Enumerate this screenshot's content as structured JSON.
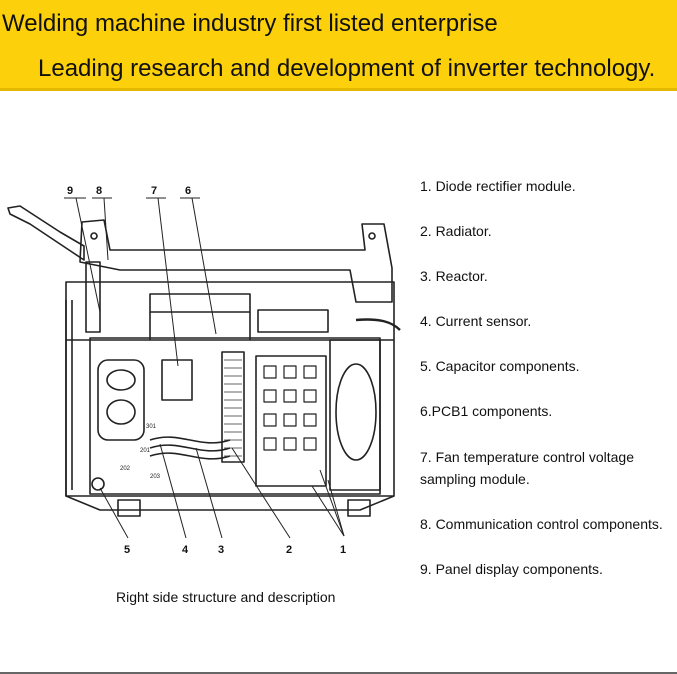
{
  "banner": {
    "line1": "Welding machine industry first listed enterprise",
    "line2": "Leading research and development of inverter technology.",
    "background_color": "#fcd00a"
  },
  "diagram": {
    "callouts": [
      "9",
      "8",
      "7",
      "6",
      "5",
      "4",
      "3",
      "2",
      "1"
    ],
    "small_labels": [
      "301",
      "201",
      "202",
      "203"
    ]
  },
  "legend": {
    "items": [
      "1. Diode rectifier module.",
      "2. Radiator.",
      "3. Reactor.",
      "4. Current sensor.",
      "5. Capacitor components.",
      "6.PCB1 components.",
      "7. Fan temperature control voltage",
      "sampling module.",
      "8. Communication control components.",
      "9. Panel display components."
    ]
  },
  "caption": "Right side structure and description"
}
